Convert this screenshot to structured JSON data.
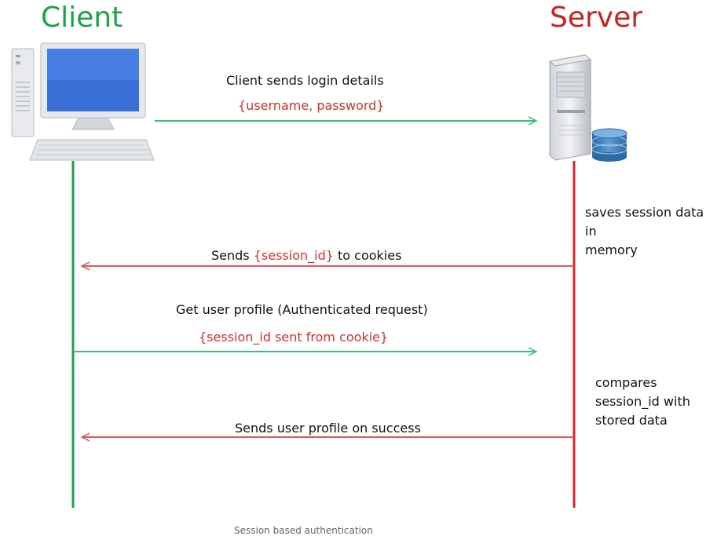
{
  "client": {
    "title": "Client",
    "color": "#1aa24a"
  },
  "server": {
    "title": "Server",
    "color": "#c9231e"
  },
  "messages": [
    {
      "label": "Client sends login details",
      "sub": "{username, password}"
    },
    {
      "pre": "Sends ",
      "highlight": "{session_id}",
      "post": " to cookies"
    },
    {
      "label": "Get user profile (Authenticated request)",
      "sub": "{session_id sent from cookie}"
    },
    {
      "label": "Sends user profile on success"
    }
  ],
  "notes": {
    "save": "saves session data\nin\n memory",
    "compare": "compares\nsession_id with\nstored data"
  },
  "caption": "Session based authentication",
  "colors": {
    "request": "#3fbf73",
    "response": "#e0555a",
    "highlight": "#d6302a"
  }
}
